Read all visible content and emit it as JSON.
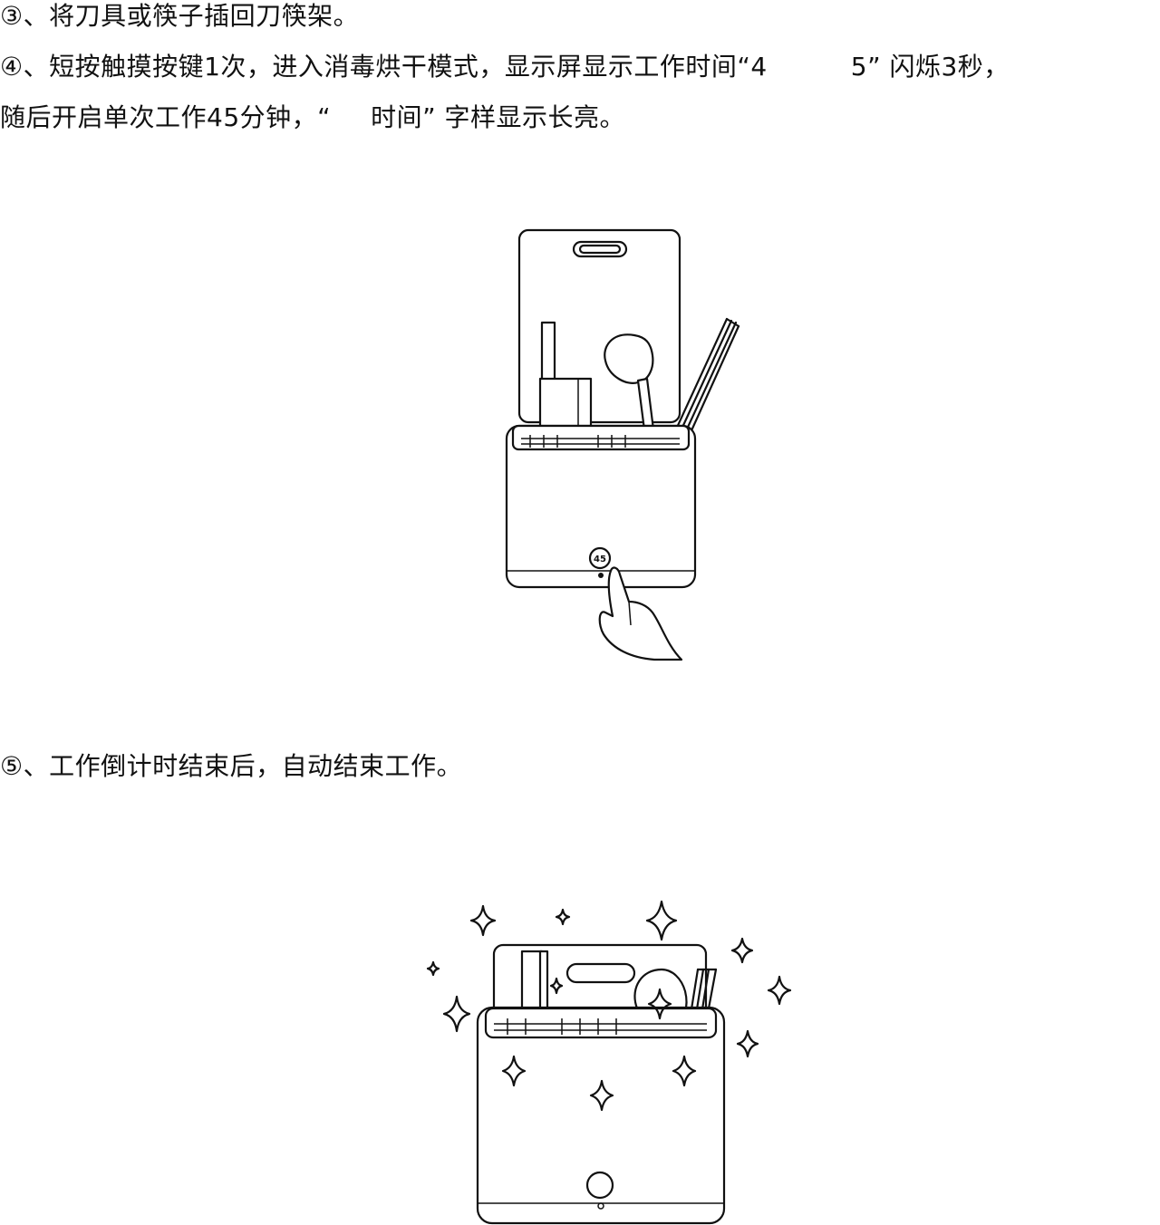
{
  "steps": {
    "step3": {
      "text": "③、将刀具或筷子插回刀筷架。"
    },
    "step4": {
      "part1": "④、短按触摸按键1次，进入消毒烘干模式，显示屏显示工作时间“4",
      "part2": "5” 闪烁3秒，",
      "part3": "随后开启单次工作45分钟，“",
      "part4": "时间” 字样显示长亮。"
    },
    "step5": {
      "text": "⑤、工作倒计时结束后，自动结束工作。"
    }
  },
  "illustration1": {
    "display_value": "45"
  }
}
